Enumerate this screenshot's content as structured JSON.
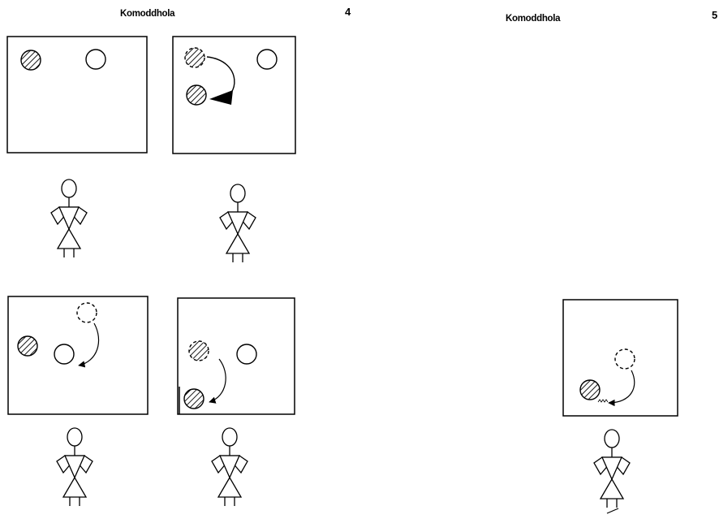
{
  "pages": [
    {
      "title": "Komoddhola",
      "number": "4"
    },
    {
      "title": "Komoddhola",
      "number": "5"
    }
  ],
  "colors": {
    "ink": "#000000",
    "paper": "#ffffff"
  }
}
